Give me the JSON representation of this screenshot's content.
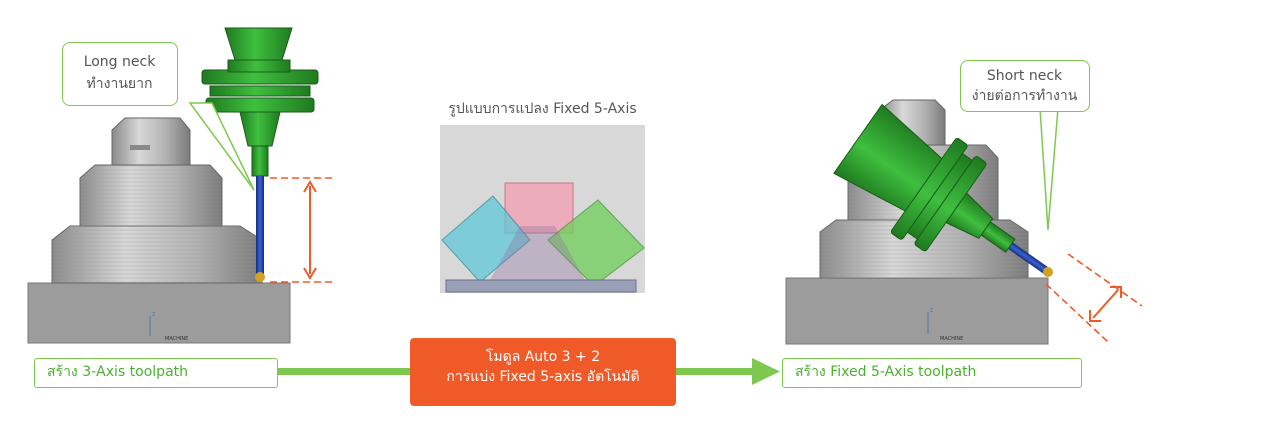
{
  "left_callout": {
    "line1": "Long neck",
    "line2": "ทำงานยาก"
  },
  "right_callout": {
    "line1": "Short neck",
    "line2": "ง่ายต่อการทำงาน"
  },
  "center_title": "รูปแบบการแปลง Fixed 5-Axis",
  "step_left": "สร้าง 3-Axis toolpath",
  "step_right": "สร้าง Fixed 5-Axis toolpath",
  "module": {
    "line1": "โมดูล Auto 3 + 2",
    "line2": "การแบ่ง Fixed 5-axis อัตโนมัติ"
  },
  "machine_label": "MACHINE",
  "axis_label": "Z",
  "colors": {
    "green_accent": "#7ec850",
    "green_text": "#4caf30",
    "orange": "#f05a28",
    "tool_green": "#2e9e2e",
    "tool_blue": "#2040a0"
  }
}
